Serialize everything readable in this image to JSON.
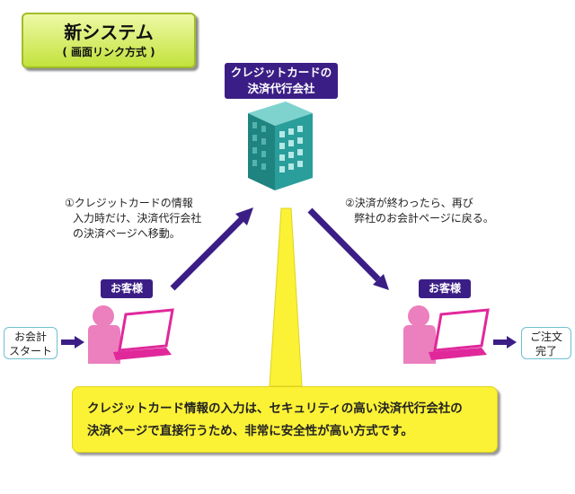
{
  "title": {
    "main": "新システム",
    "sub": "( 画面リンク方式 )"
  },
  "company": {
    "label_line1": "クレジットカードの",
    "label_line2": "決済代行会社"
  },
  "steps": {
    "step1": [
      "①クレジットカードの情報",
      "入力時だけ、決済代行会社",
      "の決済ページへ移動。"
    ],
    "step2": [
      "②決済が終わったら、再び",
      "弊社のお会計ページに戻る。"
    ]
  },
  "customer_label": "お客様",
  "start": {
    "line1": "お会計",
    "line2": "スタート"
  },
  "done": {
    "line1": "ご注文",
    "line2": "完了"
  },
  "callout": {
    "line1": "クレジットカード情報の入力は、セキュリティの高い決済代行会社の",
    "line2": "決済ページで直接行うため、非常に安全性が高い方式です。"
  },
  "colors": {
    "title_badge": "#c3e23c",
    "label_bg": "#3b1e85",
    "arrow": "#3b1e85",
    "person": "#ec7fbd",
    "laptop": "#e0289b",
    "building": "#2a9e9b",
    "callout": "#fbf236",
    "box_border": "#6fc1cf"
  }
}
